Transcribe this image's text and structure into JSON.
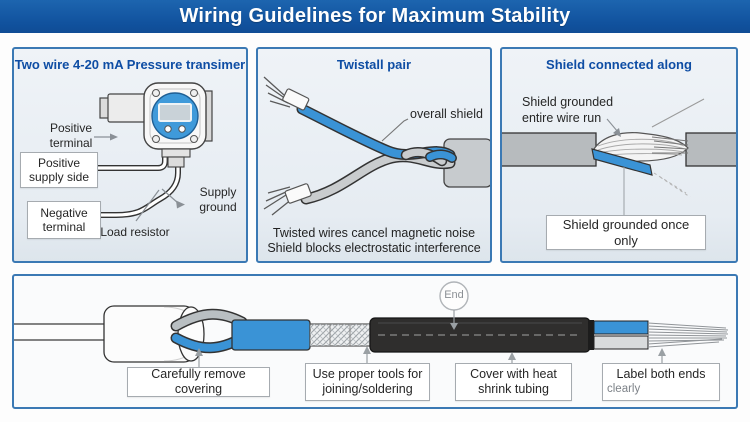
{
  "banner": {
    "title": "Wiring Guidelines for Maximum Stability"
  },
  "panel_transmitter": {
    "title": "Two wire 4-20 mA Pressure transimer",
    "labels": {
      "positive_terminal": "Positive terminal",
      "positive_supply": "Positive supply side",
      "negative_terminal": "Negative terminal",
      "load_resistor": "Load resistor",
      "supply_ground": "Supply ground"
    }
  },
  "panel_twisted": {
    "title": "Twistall pair",
    "shield_label": "overall shield",
    "note_line1": "Twisted wires cancel magnetic noise",
    "note_line2": "Shield blocks electrostatic interference"
  },
  "panel_shield": {
    "title": "Shield connected along",
    "grounded_run": "Shield grounded entire wire run",
    "grounded_once": "Shield grounded once only"
  },
  "bottom": {
    "end_label": "End",
    "steps": [
      {
        "label": "Carefully remove covering"
      },
      {
        "label": "Use proper tools for joining/soldering"
      },
      {
        "label": "Cover with heat shrink tubing"
      },
      {
        "label": "Label both ends",
        "sub": "clearly"
      }
    ]
  },
  "colors": {
    "banner_blue": "#11529e",
    "panel_border": "#3b79b4",
    "wire_blue": "#3a93d6",
    "cable_gray": "#b7bbbe",
    "tube_black": "#2f2e2d"
  }
}
